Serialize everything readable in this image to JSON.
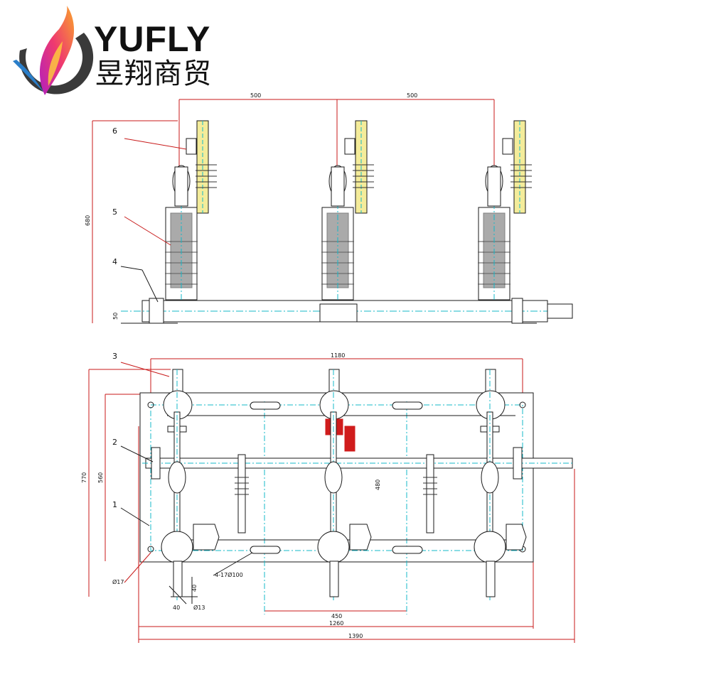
{
  "brand": {
    "name_en": "YUFLY",
    "name_cn": "昱翔商贸"
  },
  "drawing": {
    "front_view": {
      "part_labels": [
        "6",
        "5",
        "4"
      ],
      "dims": {
        "phase_spacing_left": "500",
        "phase_spacing_right": "500",
        "total_height": "680",
        "base_height": "50"
      }
    },
    "top_view": {
      "part_labels": [
        "3",
        "2",
        "1"
      ],
      "dims": {
        "mounting_width": "1180",
        "overall_depth": "770",
        "hole_depth": "560",
        "inner_depth": "480",
        "hole_center": "450",
        "frame_length": "1260",
        "overall_length": "1390",
        "hole_dia": "Ø17",
        "slots": "4-17Ø100",
        "terminal_40a": "40",
        "terminal_40b": "40",
        "terminal_hole": "Ø13"
      }
    }
  },
  "colors": {
    "line": "#1a1a1a",
    "center": "#14b8c8",
    "dimension": "#c81a1a",
    "accent_yellow": "#e8d44a",
    "highlight_red": "#d01c1c",
    "text_green": "#1aa51a"
  }
}
